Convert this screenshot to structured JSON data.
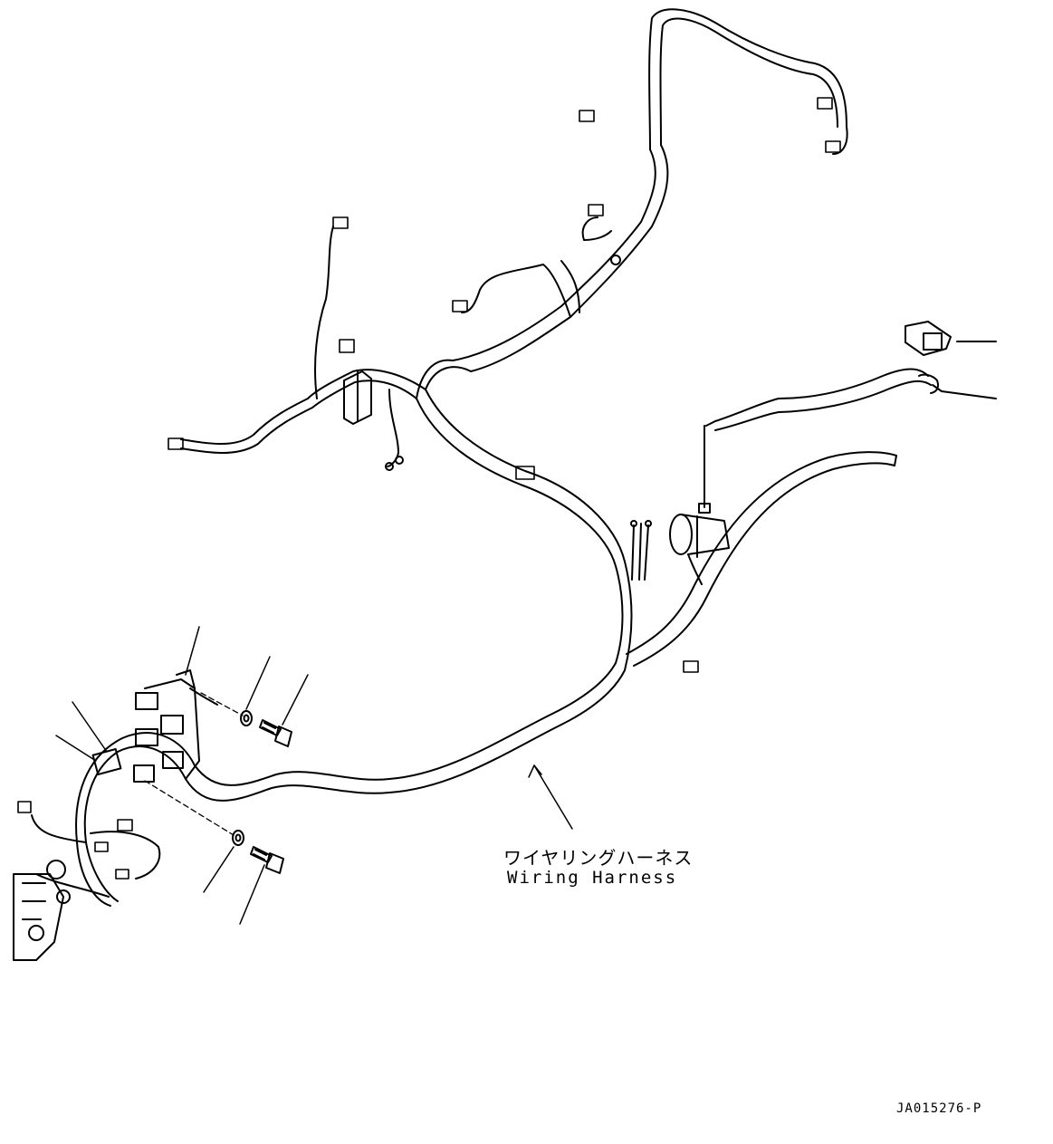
{
  "callout": {
    "japanese": "ワイヤリングハーネス",
    "english": "Wiring Harness"
  },
  "drawing_number": "JA015276-P"
}
